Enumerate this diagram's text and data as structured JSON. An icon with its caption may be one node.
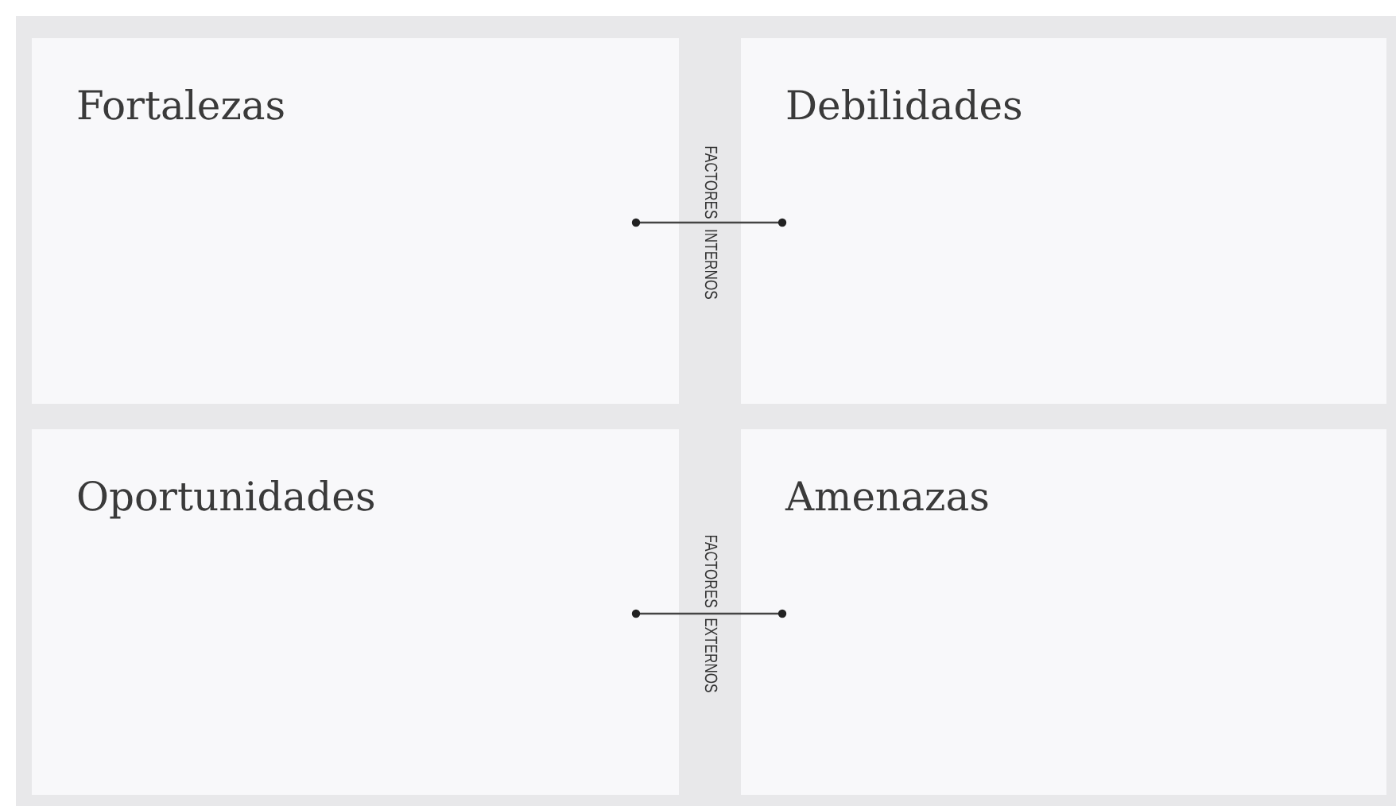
{
  "diagram": {
    "nodes": [
      {
        "text": [
          "Fortalezas"
        ]
      },
      {
        "text": [
          "Debilidades"
        ]
      },
      {
        "text": [
          "Oportunidades"
        ]
      },
      {
        "text": [
          "Amenazas"
        ]
      }
    ],
    "edges": [
      {
        "from": 0,
        "to": 1,
        "arrow": "other",
        "label": "FACTORES INTERNOS"
      },
      {
        "from": 2,
        "to": 3,
        "arrow": "other",
        "label": "FACTORES EXTERNOS"
      }
    ]
  }
}
